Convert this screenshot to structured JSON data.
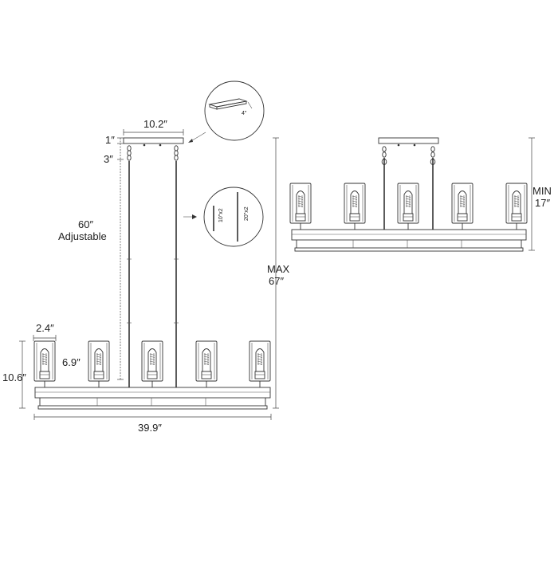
{
  "dimensions": {
    "canopy_width": "10.2″",
    "canopy_height": "1″",
    "chain_length": "3″",
    "rod_length_line1": "60″",
    "rod_length_line2": "Adjustable",
    "shade_width": "2.4″",
    "shade_height": "6.9″",
    "body_height": "10.6″",
    "total_width": "39.9″",
    "max_height_line1": "MAX",
    "max_height_line2": "67″",
    "min_height_line1": "MIN",
    "min_height_line2": "17″",
    "canopy_depth": "4″",
    "rod_short": "10″x2",
    "rod_long": "20″x2"
  }
}
